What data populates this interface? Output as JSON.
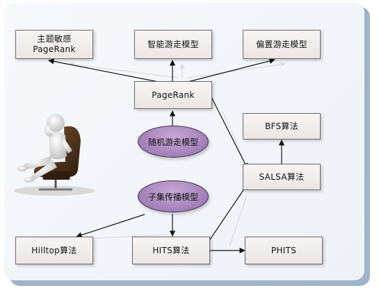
{
  "nodes": {
    "topic_pagerank": {
      "line1": "主题敏感",
      "line2": "PageRank"
    },
    "smart_surfer": "智能游走模型",
    "biased_surfer": "偏置游走模型",
    "pagerank": "PageRank",
    "random_surfer": "随机游走模型",
    "bfs": "BFS算法",
    "salsa": "SALSA算法",
    "subset_propagation": "子集传播模型",
    "hilltop": "Hilltop算法",
    "hits": "HITS算法",
    "phits": "PHITS"
  },
  "colors": {
    "box_border": "#6e6a6a",
    "ellipse_fill": "#9f7cb5",
    "arrow": "#111111",
    "panel_shadow": "#9fb3ca"
  },
  "icons": {
    "figure": "thinking-person-in-chair-icon"
  }
}
